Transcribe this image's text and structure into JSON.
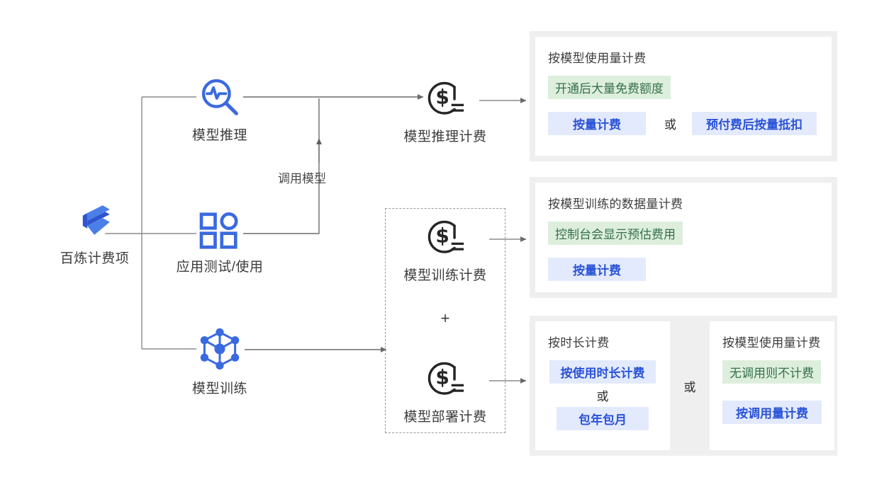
{
  "diagram": {
    "title_node": {
      "label": "百炼计费项",
      "icon": "bailian-logo-icon"
    },
    "branches": [
      {
        "id": "inference",
        "label": "模型推理",
        "icon": "model-inference-icon"
      },
      {
        "id": "app-test",
        "label": "应用测试/使用",
        "icon": "app-grid-icon"
      },
      {
        "id": "training",
        "label": "模型训练",
        "icon": "model-training-icon"
      }
    ],
    "edge_labels": [
      {
        "id": "call-model",
        "text": "调用模型"
      }
    ],
    "cost_nodes": [
      {
        "id": "inference-cost",
        "label": "模型推理计费",
        "icon": "dollar-coin-icon"
      },
      {
        "id": "training-cost",
        "label": "模型训练计费",
        "icon": "dollar-coin-icon"
      },
      {
        "id": "deploy-cost",
        "label": "模型部署计费",
        "icon": "dollar-coin-icon"
      }
    ],
    "plus_symbol": "+",
    "or_word": "或"
  },
  "panels": [
    {
      "id": "inference-billing",
      "title": "按模型使用量计费",
      "green_tag": "开通后大量免费额度",
      "blue_tags": [
        "按量计费",
        "预付费后按量抵扣"
      ],
      "separator": "或"
    },
    {
      "id": "training-billing",
      "title": "按模型训练的数据量计费",
      "green_tag": "控制台会显示预估费用",
      "blue_tags": [
        "按量计费"
      ]
    },
    {
      "id": "deploy-billing",
      "separator": "或",
      "left": {
        "title": "按时长计费",
        "blue_tags": [
          "按使用时长计费",
          "包年包月"
        ],
        "inner_or": "或"
      },
      "right": {
        "title": "按模型使用量计费",
        "green_tag": "无调用则不计费",
        "blue_tags": [
          "按调用量计费"
        ]
      }
    }
  ],
  "colors": {
    "brand_blue": "#3a6ae0",
    "tag_blue_bg": "#e4eafd",
    "tag_blue_text": "#2a53d8",
    "tag_green_bg": "#ddeedd",
    "tag_green_text": "#35704a",
    "panel_bg": "#efefef",
    "line": "#8c8c8c",
    "ink": "#3d3d3d"
  }
}
